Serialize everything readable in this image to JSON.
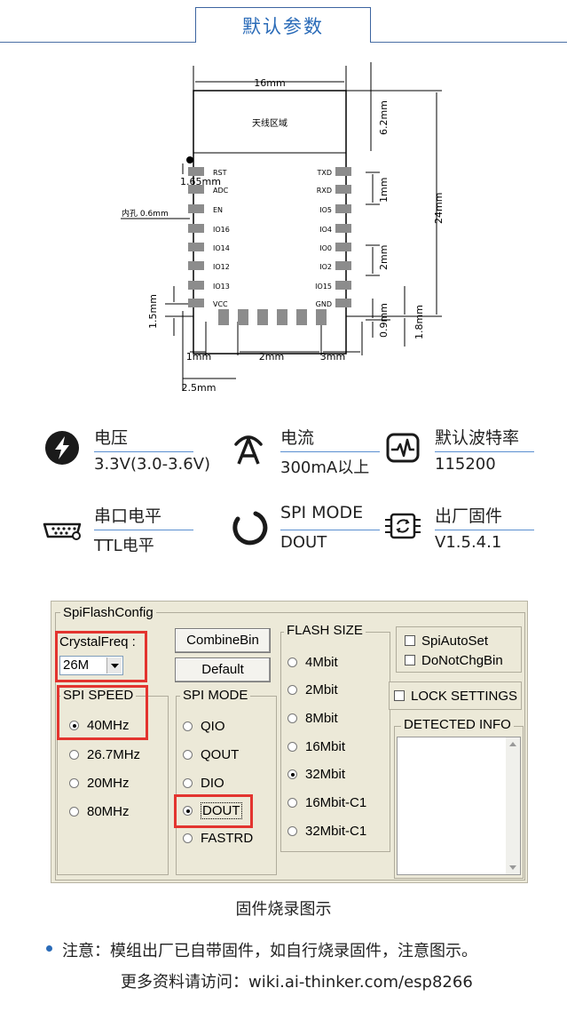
{
  "header": {
    "title": "默认参数"
  },
  "diagram": {
    "antenna_label": "天线区域",
    "dim_width": "16mm",
    "dim_antenna": "6.2mm",
    "dim_height": "24mm",
    "dim_pin_top": "1.65mm",
    "dim_pin_pitch_left": "1mm",
    "dim_pin_span": "2mm",
    "dim_hole": "内孔 0.6mm",
    "dim_bottom_h": "1.5mm",
    "dim_pad_w": "1mm",
    "dim_bottom_span": "2mm",
    "dim_bottom_end": "3mm",
    "dim_pad_pitch": "2.5mm",
    "dim_09": "0.9mm",
    "dim_18": "1.8mm",
    "left_pins": [
      "RST",
      "ADC",
      "EN",
      "IO16",
      "IO14",
      "IO12",
      "IO13",
      "VCC"
    ],
    "right_pins": [
      "TXD",
      "RXD",
      "IO5",
      "IO4",
      "IO0",
      "IO2",
      "IO15",
      "GND"
    ]
  },
  "specs": [
    {
      "icon": "lightning-icon",
      "label": "电压",
      "value": "3.3V(3.0-3.6V)"
    },
    {
      "icon": "current-icon",
      "label": "电流",
      "value": "300mA以上"
    },
    {
      "icon": "waveform-icon",
      "label": "默认波特率",
      "value": "115200"
    },
    {
      "icon": "serial-port-icon",
      "label": "串口电平",
      "value": "TTL电平"
    },
    {
      "icon": "spi-icon",
      "label": "SPI MODE",
      "value": "DOUT"
    },
    {
      "icon": "chip-icon",
      "label": "出厂固件",
      "value": "V1.5.4.1"
    }
  ],
  "tool": {
    "group_title": "SpiFlashConfig",
    "crystal_label": "CrystalFreq :",
    "crystal_value": "26M",
    "combine_button": "CombineBin",
    "default_button": "Default",
    "spi_speed_title": "SPI SPEED",
    "spi_speed_options": [
      "40MHz",
      "26.7MHz",
      "20MHz",
      "80MHz"
    ],
    "spi_speed_selected": "40MHz",
    "spi_mode_title": "SPI MODE",
    "spi_mode_options": [
      "QIO",
      "QOUT",
      "DIO",
      "DOUT",
      "FASTRD"
    ],
    "spi_mode_selected": "DOUT",
    "flash_size_title": "FLASH SIZE",
    "flash_size_options": [
      "4Mbit",
      "2Mbit",
      "8Mbit",
      "16Mbit",
      "32Mbit",
      "16Mbit-C1",
      "32Mbit-C1"
    ],
    "flash_size_selected": "32Mbit",
    "spi_auto_set": "SpiAutoSet",
    "do_not_chg_bin": "DoNotChgBin",
    "lock_settings": "LOCK SETTINGS",
    "detected_info": "DETECTED INFO"
  },
  "caption": "固件烧录图示",
  "note": {
    "line1": "注意：模组出厂已自带固件，如自行烧录固件，注意图示。",
    "line2": "更多资料请访问：wiki.ai-thinker.com/esp8266"
  },
  "colors": {
    "accent": "#2a6bb8",
    "highlight": "#e3342f",
    "pad": "#8c8c8c"
  }
}
